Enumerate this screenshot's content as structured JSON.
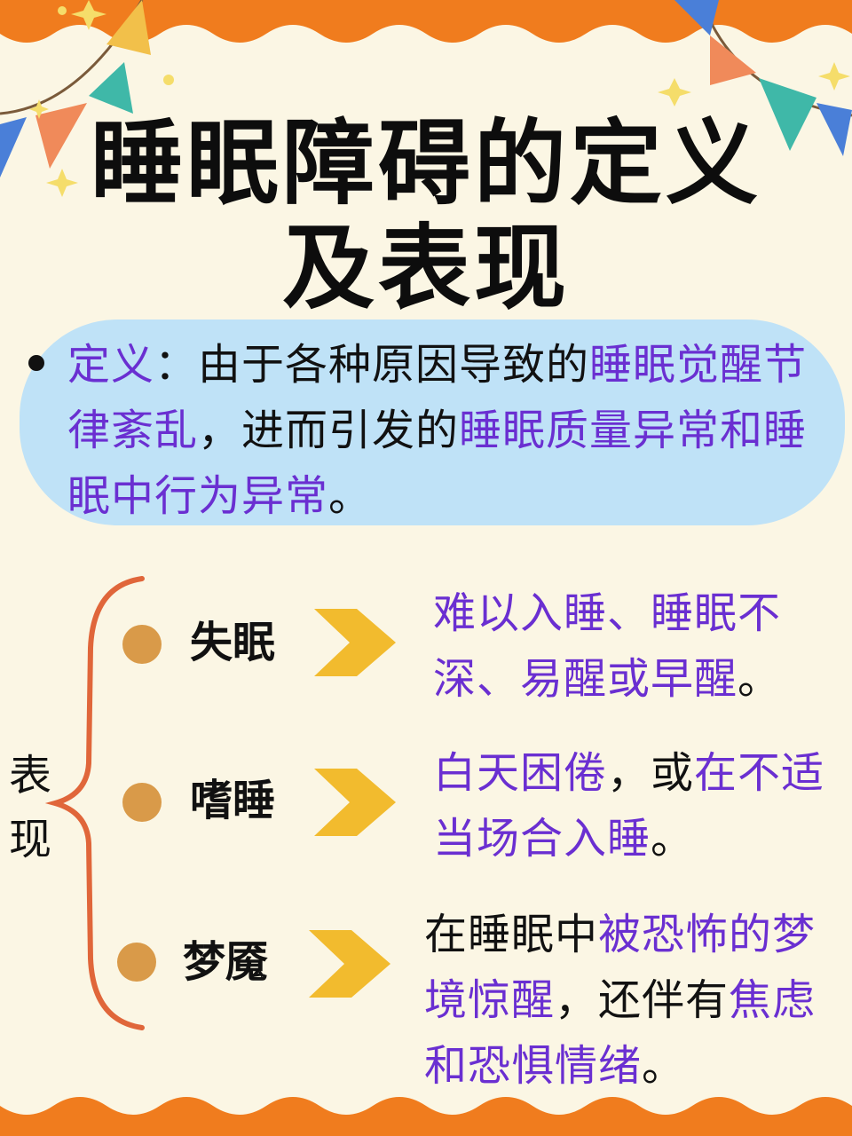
{
  "title": {
    "line1": "睡眠障碍的定义",
    "line2": "及表现"
  },
  "definition": {
    "label": "定义",
    "colon": "：",
    "seg1": "由于各种原因导致的",
    "seg2": "睡眠觉醒",
    "seg3": "节律紊乱",
    "seg4": "，进而引发的",
    "seg5": "睡眠质量异常",
    "seg6": "和睡眠中行为异常",
    "seg7": "。"
  },
  "side_label": {
    "c1": "表",
    "c2": "现"
  },
  "items": [
    {
      "term": "失眠",
      "desc_a": "难以入睡、睡眠不",
      "desc_b": "深、易醒或早醒",
      "desc_end": "。"
    },
    {
      "term": "嗜睡",
      "desc_a": "白天困倦",
      "desc_b": "，或",
      "desc_c": "在不",
      "desc_d": "适当场合入睡",
      "desc_end": "。"
    },
    {
      "term": "梦魇",
      "desc_a": "在睡眠中",
      "desc_b": "被恐怖的梦",
      "desc_c": "境惊醒",
      "desc_d": "，还伴有",
      "desc_e": "焦虑",
      "desc_f": "和恐惧情绪",
      "desc_end": "。"
    }
  ],
  "colors": {
    "background": "#fbf6e4",
    "border_orange": "#f07c1e",
    "definition_box": "#bfe2f7",
    "highlight_purple": "#6a2fd1",
    "chevron_yellow": "#f2bb2e",
    "dot_orange": "#d99a49",
    "brace_orange": "#e0663a"
  },
  "icons": [
    "pennant-flag-icon",
    "sparkle-star-icon",
    "chevron-right-icon",
    "bullet-dot-icon",
    "curly-brace-icon"
  ]
}
